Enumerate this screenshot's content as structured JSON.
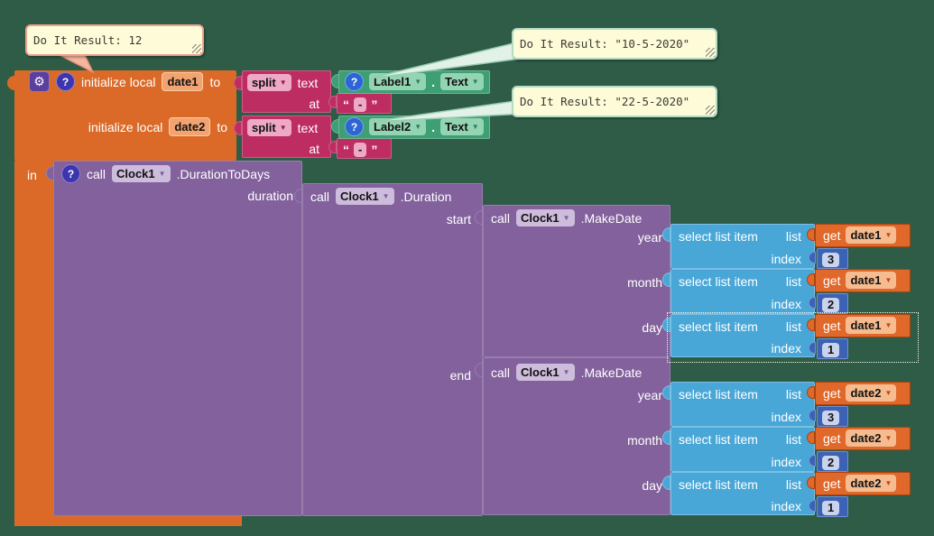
{
  "icons": {
    "gear": "⚙",
    "help": "?",
    "dropdown": "▼"
  },
  "comments": {
    "result_root": "Do It Result: 12",
    "result_label1": "Do It Result: \"10-5-2020\"",
    "result_label2": "Do It Result: \"22-5-2020\""
  },
  "init": {
    "keyword": "initialize local",
    "to": "to",
    "in": "in"
  },
  "vars": {
    "date1": "date1",
    "date2": "date2"
  },
  "split": {
    "op": "split",
    "text": "text",
    "at": "at",
    "quote_open": "“",
    "quote_close": "”",
    "delimiter": "-"
  },
  "component_getters": {
    "dot": ".",
    "label1": "Label1",
    "label2": "Label2",
    "prop": "Text"
  },
  "calls": {
    "call": "call",
    "clock": "Clock1",
    "duration_to_days": ".DurationToDays",
    "duration": ".Duration",
    "make_date": ".MakeDate"
  },
  "params": {
    "duration": "duration",
    "start": "start",
    "end": "end",
    "year": "year",
    "month": "month",
    "day": "day"
  },
  "select": {
    "label": "select list item",
    "list": "list",
    "index": "index"
  },
  "get": {
    "keyword": "get"
  },
  "indices": {
    "year": "3",
    "month": "2",
    "day": "1"
  },
  "palette": {
    "workspace_green": "#2F5C47",
    "variables_orange": "#DB6A28",
    "text_magenta": "#BE2D62",
    "component_green": "#3E9E74",
    "method_purple": "#82619C",
    "list_blue": "#49A7D8",
    "math_blue": "#3B62B5",
    "getter_orange": "#E0682A",
    "comment_yellow": "#FDFBD8",
    "comment_border_salmon": "#EFA18B",
    "comment_border_green": "#B2DCC2"
  }
}
